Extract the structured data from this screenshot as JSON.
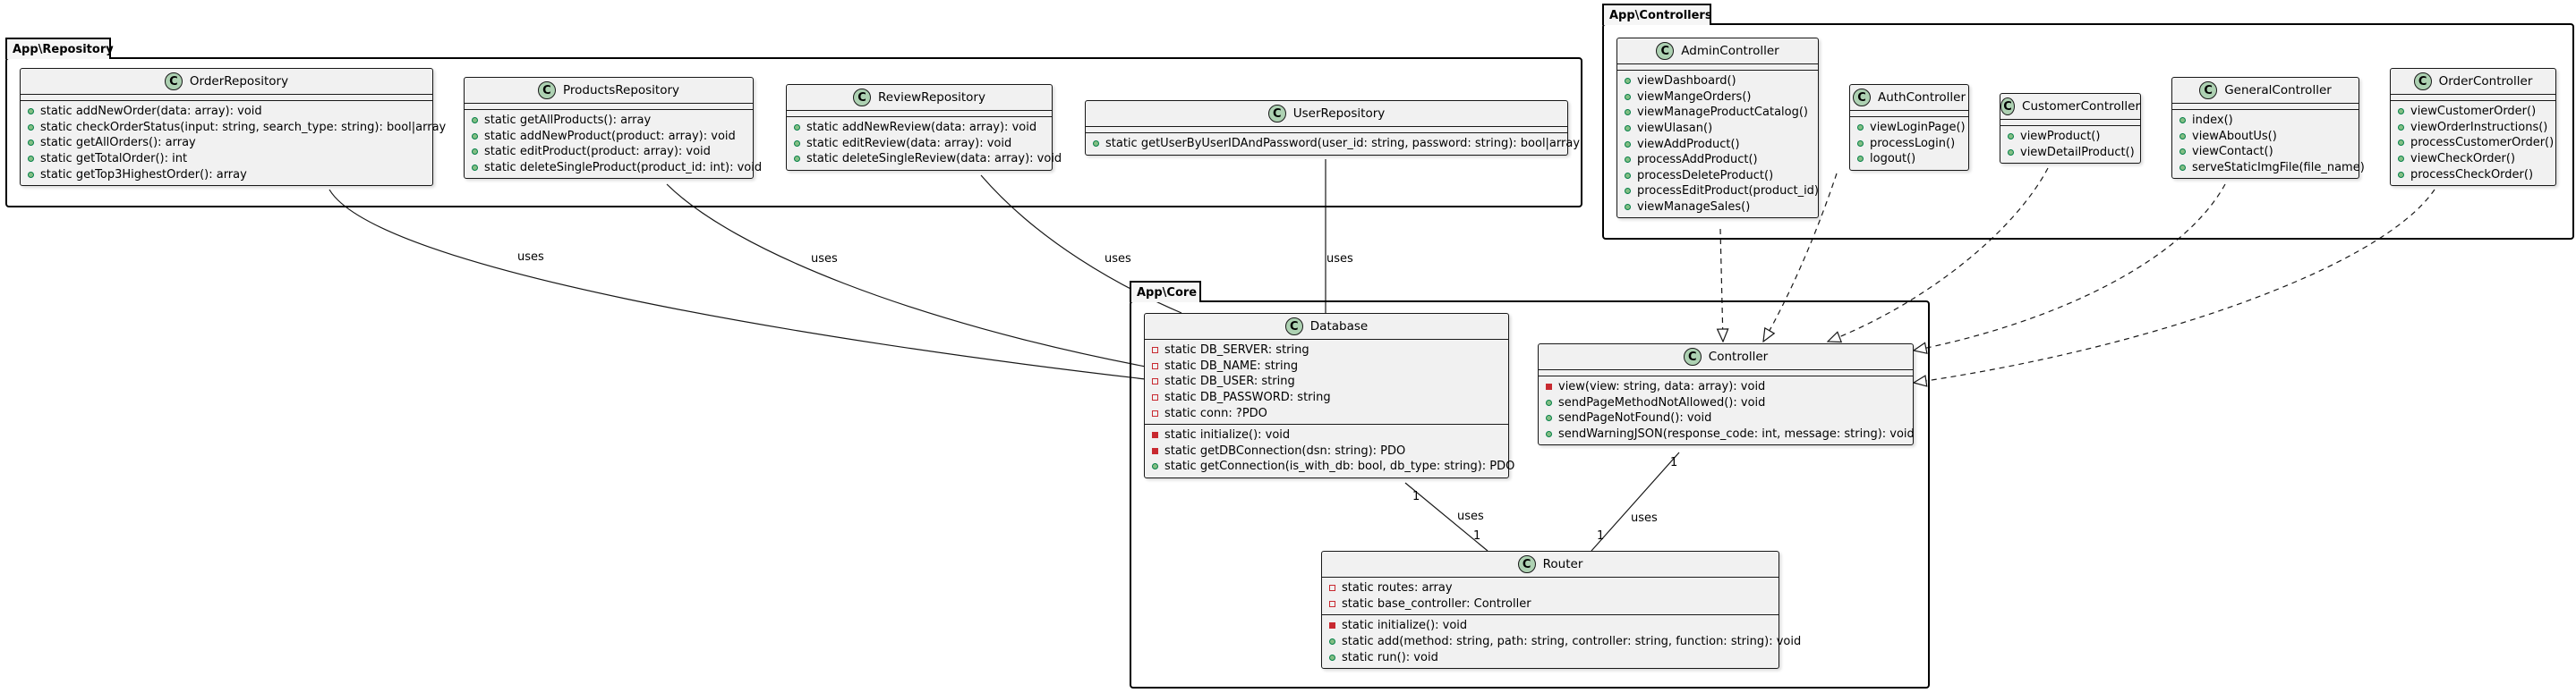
{
  "packages": {
    "repository": "App\\Repository",
    "controllers": "App\\Controllers",
    "core": "App\\Core"
  },
  "classes": {
    "order_repository": {
      "badge": "C",
      "name": "OrderRepository",
      "fields": [],
      "methods": [
        {
          "vis": "pub",
          "text": "static addNewOrder(data: array): void"
        },
        {
          "vis": "pub",
          "text": "static checkOrderStatus(input: string, search_type: string): bool|array"
        },
        {
          "vis": "pub",
          "text": "static getAllOrders(): array"
        },
        {
          "vis": "pub",
          "text": "static getTotalOrder(): int"
        },
        {
          "vis": "pub",
          "text": "static getTop3HighestOrder(): array"
        }
      ]
    },
    "products_repository": {
      "badge": "C",
      "name": "ProductsRepository",
      "fields": [],
      "methods": [
        {
          "vis": "pub",
          "text": "static getAllProducts(): array"
        },
        {
          "vis": "pub",
          "text": "static addNewProduct(product: array): void"
        },
        {
          "vis": "pub",
          "text": "static editProduct(product: array): void"
        },
        {
          "vis": "pub",
          "text": "static deleteSingleProduct(product_id: int): void"
        }
      ]
    },
    "review_repository": {
      "badge": "C",
      "name": "ReviewRepository",
      "fields": [],
      "methods": [
        {
          "vis": "pub",
          "text": "static addNewReview(data: array): void"
        },
        {
          "vis": "pub",
          "text": "static editReview(data: array): void"
        },
        {
          "vis": "pub",
          "text": "static deleteSingleReview(data: array): void"
        }
      ]
    },
    "user_repository": {
      "badge": "C",
      "name": "UserRepository",
      "fields": [],
      "methods": [
        {
          "vis": "pub",
          "text": "static getUserByUserIDAndPassword(user_id: string, password: string): bool|array"
        }
      ]
    },
    "admin_controller": {
      "badge": "C",
      "name": "AdminController",
      "fields": [],
      "methods": [
        {
          "vis": "pub",
          "text": "viewDashboard()"
        },
        {
          "vis": "pub",
          "text": "viewMangeOrders()"
        },
        {
          "vis": "pub",
          "text": "viewManageProductCatalog()"
        },
        {
          "vis": "pub",
          "text": "viewUlasan()"
        },
        {
          "vis": "pub",
          "text": "viewAddProduct()"
        },
        {
          "vis": "pub",
          "text": "processAddProduct()"
        },
        {
          "vis": "pub",
          "text": "processDeleteProduct()"
        },
        {
          "vis": "pub",
          "text": "processEditProduct(product_id)"
        },
        {
          "vis": "pub",
          "text": "viewManageSales()"
        }
      ]
    },
    "auth_controller": {
      "badge": "C",
      "name": "AuthController",
      "fields": [],
      "methods": [
        {
          "vis": "pub",
          "text": "viewLoginPage()"
        },
        {
          "vis": "pub",
          "text": "processLogin()"
        },
        {
          "vis": "pub",
          "text": "logout()"
        }
      ]
    },
    "customer_controller": {
      "badge": "C",
      "name": "CustomerController",
      "fields": [],
      "methods": [
        {
          "vis": "pub",
          "text": "viewProduct()"
        },
        {
          "vis": "pub",
          "text": "viewDetailProduct()"
        }
      ]
    },
    "general_controller": {
      "badge": "C",
      "name": "GeneralController",
      "fields": [],
      "methods": [
        {
          "vis": "pub",
          "text": "index()"
        },
        {
          "vis": "pub",
          "text": "viewAboutUs()"
        },
        {
          "vis": "pub",
          "text": "viewContact()"
        },
        {
          "vis": "pub",
          "text": "serveStaticImgFile(file_name)"
        }
      ]
    },
    "order_controller": {
      "badge": "C",
      "name": "OrderController",
      "fields": [],
      "methods": [
        {
          "vis": "pub",
          "text": "viewCustomerOrder()"
        },
        {
          "vis": "pub",
          "text": "viewOrderInstructions()"
        },
        {
          "vis": "pub",
          "text": "processCustomerOrder()"
        },
        {
          "vis": "pub",
          "text": "viewCheckOrder()"
        },
        {
          "vis": "pub",
          "text": "processCheckOrder()"
        }
      ]
    },
    "database": {
      "badge": "C",
      "name": "Database",
      "fields": [
        {
          "vis": "priv-field",
          "text": "static DB_SERVER: string"
        },
        {
          "vis": "priv-field",
          "text": "static DB_NAME: string"
        },
        {
          "vis": "priv-field",
          "text": "static DB_USER: string"
        },
        {
          "vis": "priv-field",
          "text": "static DB_PASSWORD: string"
        },
        {
          "vis": "priv-field",
          "text": "static conn: ?PDO"
        }
      ],
      "methods": [
        {
          "vis": "priv-method",
          "text": "static initialize(): void"
        },
        {
          "vis": "priv-method",
          "text": "static getDBConnection(dsn: string): PDO"
        },
        {
          "vis": "pub",
          "text": "static getConnection(is_with_db: bool, db_type: string): PDO"
        }
      ]
    },
    "controller": {
      "badge": "C",
      "name": "Controller",
      "fields": [],
      "methods": [
        {
          "vis": "priv-method",
          "text": "view(view: string, data: array): void"
        },
        {
          "vis": "pub",
          "text": "sendPageMethodNotAllowed(): void"
        },
        {
          "vis": "pub",
          "text": "sendPageNotFound(): void"
        },
        {
          "vis": "pub",
          "text": "sendWarningJSON(response_code: int, message: string): void"
        }
      ]
    },
    "router": {
      "badge": "C",
      "name": "Router",
      "fields": [
        {
          "vis": "priv-field",
          "text": "static routes: array"
        },
        {
          "vis": "priv-field",
          "text": "static base_controller: Controller"
        }
      ],
      "methods": [
        {
          "vis": "priv-method",
          "text": "static initialize(): void"
        },
        {
          "vis": "pub",
          "text": "static add(method: string, path: string, controller: string, function: string): void"
        },
        {
          "vis": "pub",
          "text": "static run(): void"
        }
      ]
    }
  },
  "edge_labels": {
    "uses": "uses",
    "one": "1"
  }
}
